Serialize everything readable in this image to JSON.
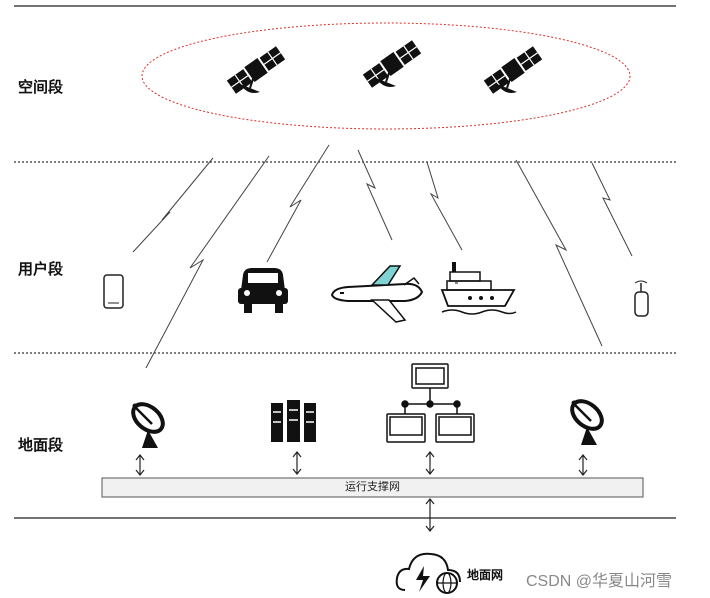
{
  "segments": {
    "space": "空间段",
    "user": "用户段",
    "ground": "地面段"
  },
  "support_bar": "运行支撑网",
  "ground_network": "地面网",
  "watermark": "CSDN @华夏山河雪",
  "icons": {
    "satellites": [
      "satellite-icon",
      "satellite-icon",
      "satellite-icon"
    ],
    "users": [
      "smartphone-icon",
      "car-icon",
      "airplane-icon",
      "ship-icon",
      "antenna-icon"
    ],
    "ground": [
      "satellite-dish-icon",
      "server-rack-icon",
      "network-computers-icon",
      "satellite-dish-icon"
    ],
    "network": "cloud-globe-icon"
  },
  "colors": {
    "orbit": "#d9302c",
    "line": "#222222",
    "airplane_accent": "#7fd3d3",
    "bar_fill": "#f1f1f1"
  }
}
